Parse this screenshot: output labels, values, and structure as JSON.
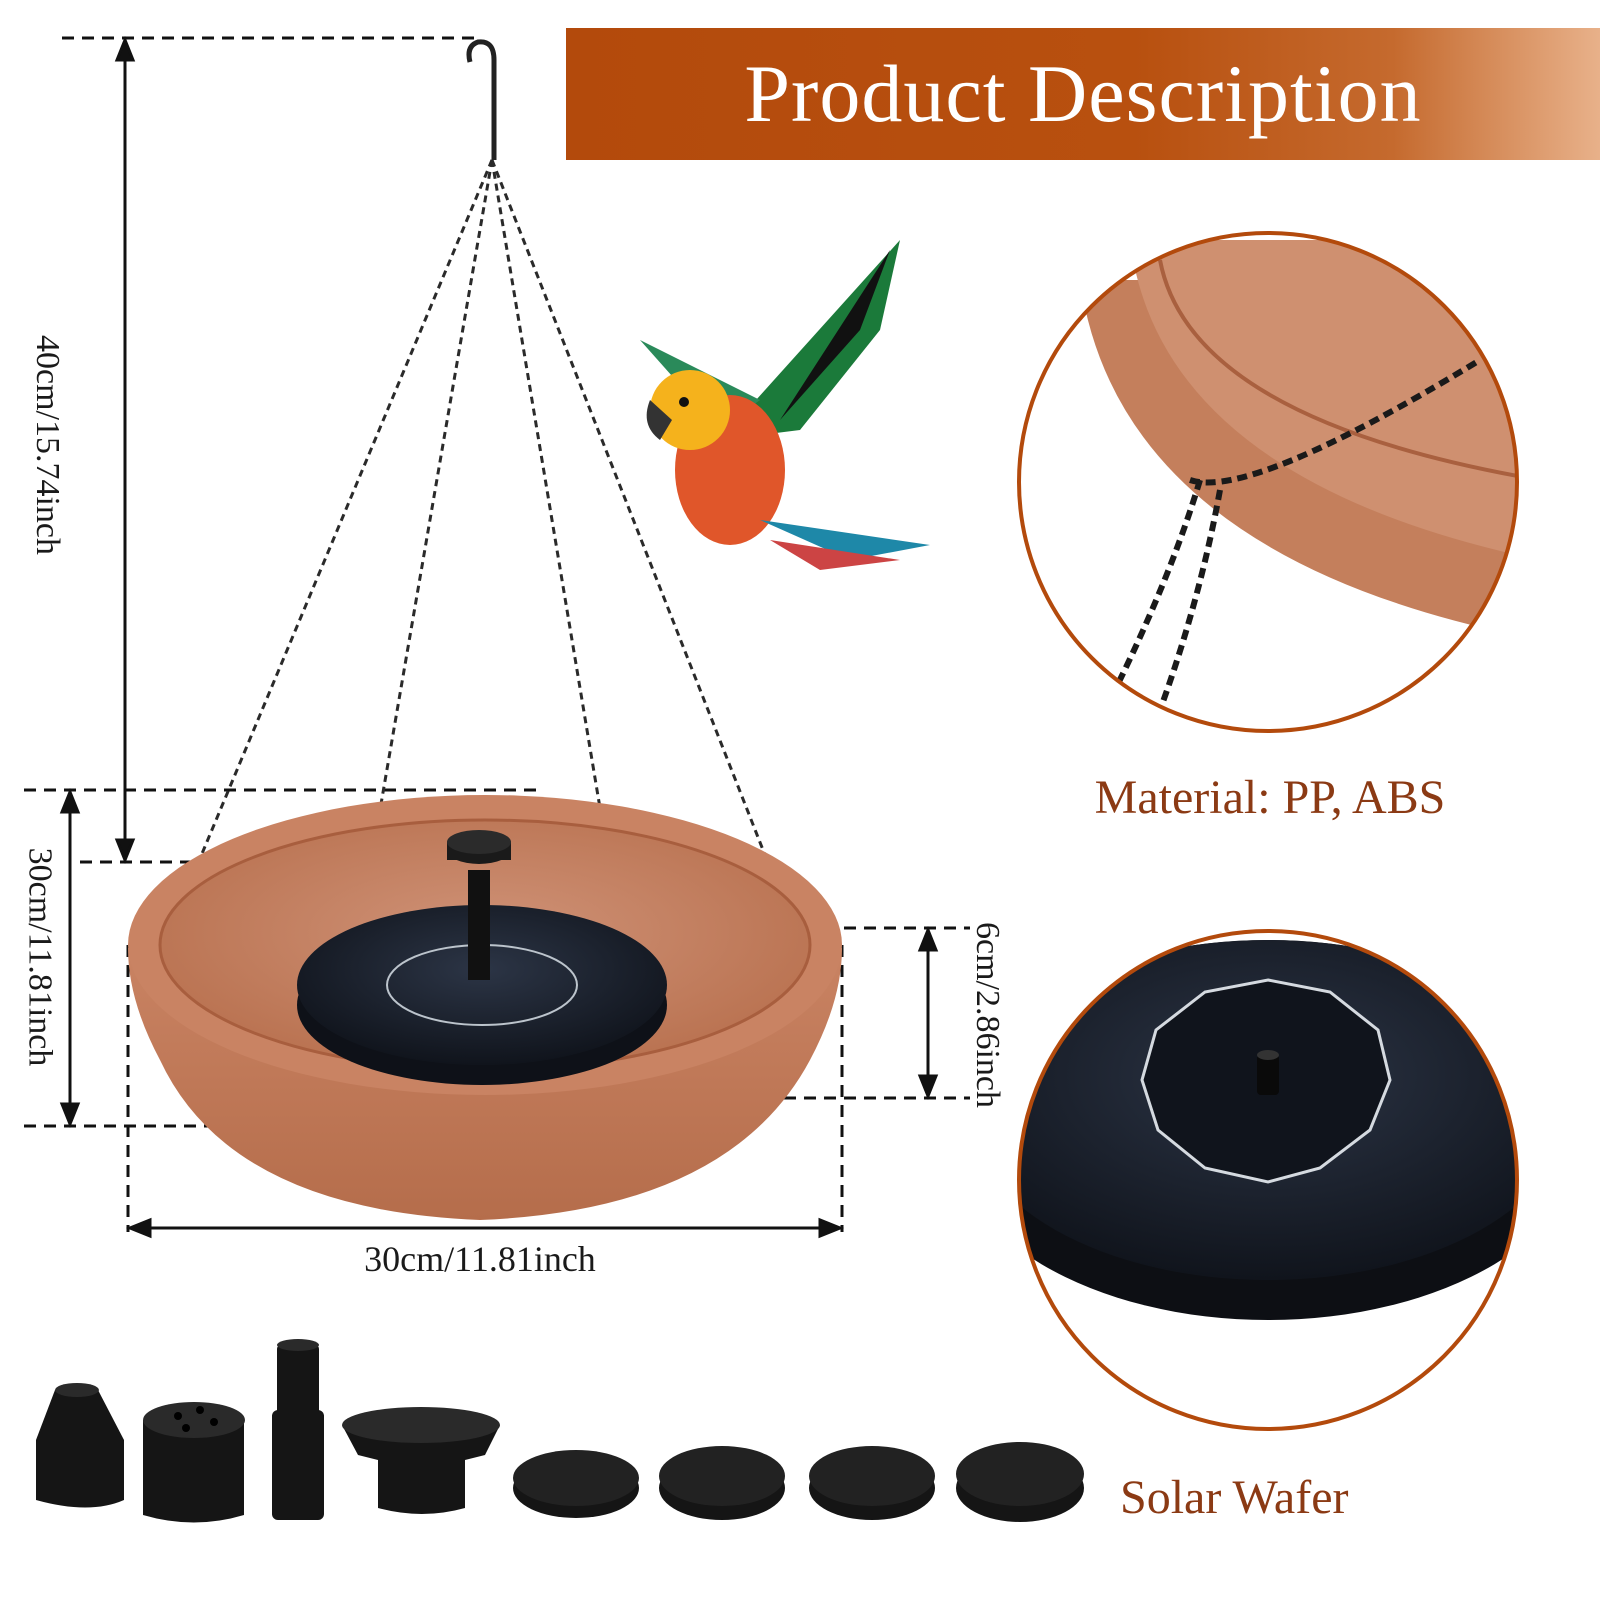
{
  "title": "Product Description",
  "dimensions": {
    "hang_height": "40cm/15.74inch",
    "total_height": "30cm/11.81inch",
    "bowl_depth": "6cm/2.86inch",
    "bowl_width": "30cm/11.81inch"
  },
  "callouts": {
    "material": "Material: PP, ABS",
    "solar": "Solar Wafer"
  },
  "colors": {
    "banner": "#b34a0c",
    "bowl": "#c47a55",
    "callout_text": "#8b3a14",
    "ring": "#b34a0c"
  },
  "icons": [
    "hook-icon",
    "chain-icon",
    "parrot-icon",
    "solar-panel-icon",
    "nozzle-icon"
  ]
}
